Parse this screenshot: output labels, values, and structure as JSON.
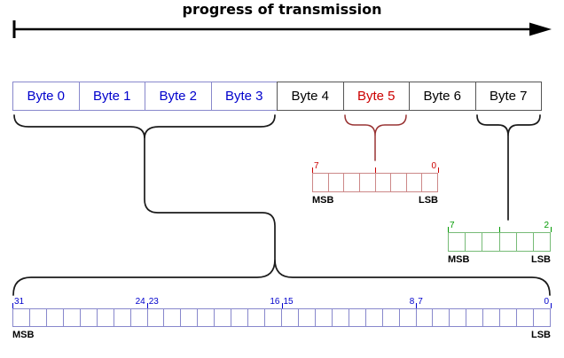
{
  "title": "progress of transmission",
  "byte_row": {
    "bytes": [
      {
        "label": "Byte 0",
        "style": "blue"
      },
      {
        "label": "Byte 1",
        "style": "blue"
      },
      {
        "label": "Byte 2",
        "style": "blue"
      },
      {
        "label": "Byte 3",
        "style": "blue"
      },
      {
        "label": "Byte 4",
        "style": "black"
      },
      {
        "label": "Byte 5",
        "style": "red"
      },
      {
        "label": "Byte 6",
        "style": "black"
      },
      {
        "label": "Byte 7",
        "style": "black"
      }
    ]
  },
  "registers": {
    "byte5": {
      "cells": 8,
      "bit_labels": [
        {
          "text": "7",
          "at": 0,
          "side": "after"
        },
        {
          "text": "0",
          "at": 8,
          "side": "before"
        }
      ],
      "ticks": [
        0,
        4,
        8
      ],
      "msb": "MSB",
      "lsb": "LSB"
    },
    "byte7": {
      "cells": 6,
      "bit_labels": [
        {
          "text": "7",
          "at": 0,
          "side": "after"
        },
        {
          "text": "2",
          "at": 6,
          "side": "before"
        }
      ],
      "ticks": [
        0,
        3,
        6
      ],
      "msb": "MSB",
      "lsb": "LSB"
    },
    "word": {
      "cells": 32,
      "bit_labels": [
        {
          "text": "31",
          "at": 0,
          "side": "after"
        },
        {
          "text": "24",
          "at": 8,
          "side": "before"
        },
        {
          "text": "23",
          "at": 8,
          "side": "after"
        },
        {
          "text": "16",
          "at": 16,
          "side": "before"
        },
        {
          "text": "15",
          "at": 16,
          "side": "after"
        },
        {
          "text": "8",
          "at": 24,
          "side": "before"
        },
        {
          "text": "7",
          "at": 24,
          "side": "after"
        },
        {
          "text": "0",
          "at": 32,
          "side": "before"
        }
      ],
      "ticks": [
        0,
        8,
        16,
        24,
        32
      ],
      "msb": "MSB",
      "lsb": "LSB"
    }
  },
  "colors": {
    "blue_text": "#0000cc",
    "blue_line": "#8888cc",
    "black_text": "#000000",
    "black_line": "#555555",
    "red_text": "#cc0000",
    "red_line": "#cc8888",
    "green_text": "#009900",
    "green_line": "#77bb77",
    "brace_line": "#1b1b1b",
    "brace_red_line": "#993333"
  }
}
